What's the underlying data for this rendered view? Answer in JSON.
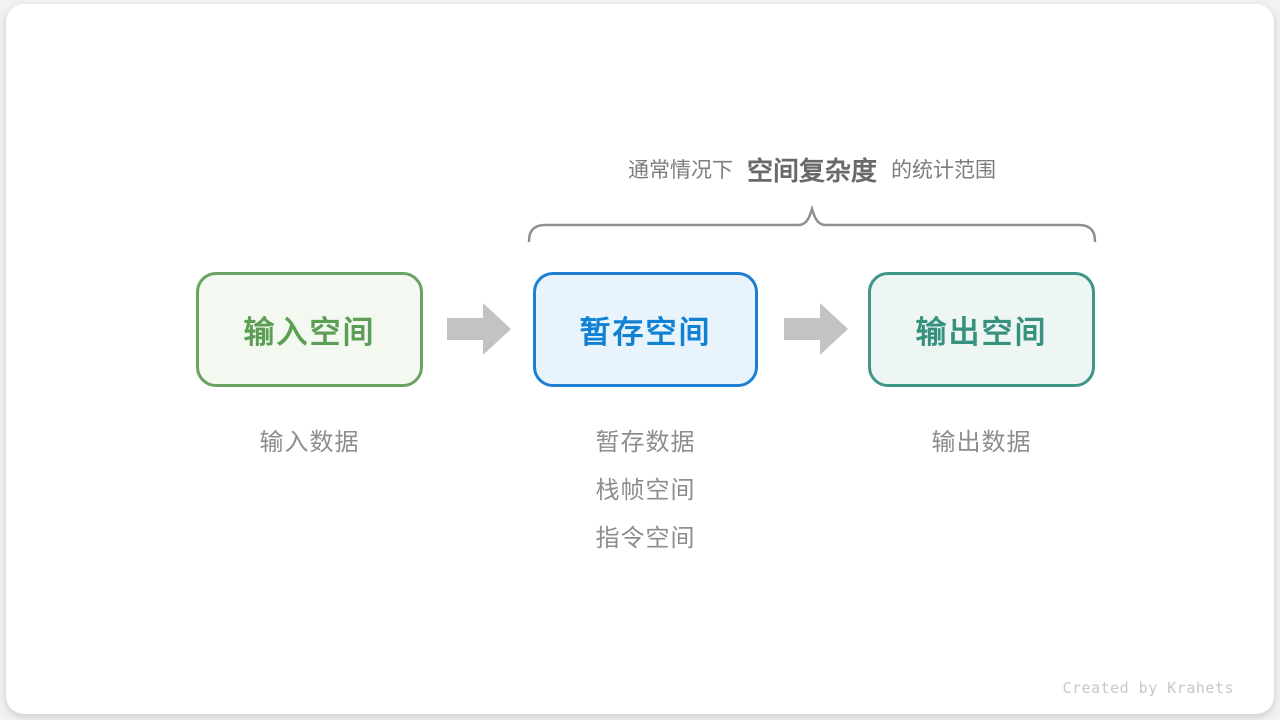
{
  "page": {
    "background_color": "#f2f2f2",
    "card_background_color": "#ffffff"
  },
  "title": {
    "prefix": "通常情况下",
    "emphasis": "空间复杂度",
    "suffix": "的统计范围"
  },
  "brace": {
    "color": "#8f8f8f",
    "spans_boxes": [
      "暂存空间",
      "输出空间"
    ]
  },
  "boxes": [
    {
      "label": "输入空间",
      "border_color": "#69a361",
      "background_color": "#f3f8f1",
      "text_color": "#5b9e54"
    },
    {
      "label": "暂存空间",
      "border_color": "#1e7fd0",
      "background_color": "#e8f3fb",
      "text_color": "#1181d3"
    },
    {
      "label": "输出空间",
      "border_color": "#3e9588",
      "background_color": "#eef6f3",
      "text_color": "#37917f"
    }
  ],
  "arrows": {
    "color": "#c3c3c3",
    "count": 2
  },
  "annotations": {
    "input": [
      "输入数据"
    ],
    "temp": [
      "暂存数据",
      "栈帧空间",
      "指令空间"
    ],
    "output": [
      "输出数据"
    ]
  },
  "footer": {
    "credit": "Created by Krahets"
  }
}
